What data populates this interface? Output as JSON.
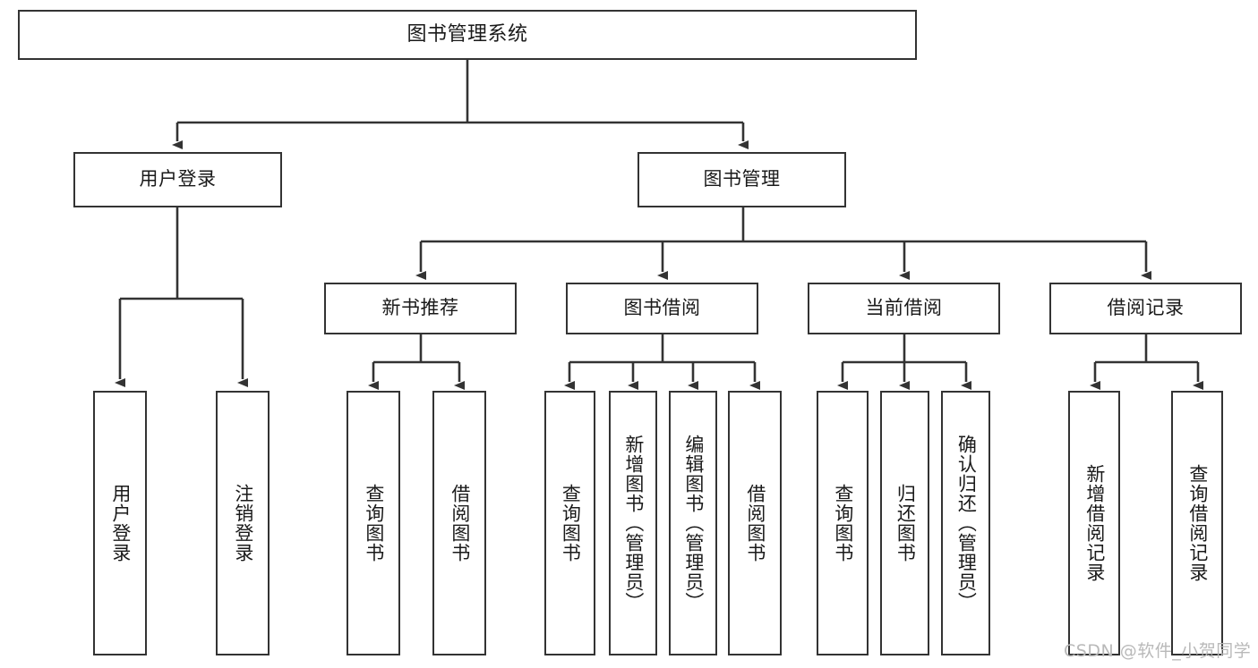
{
  "diagram": {
    "title": "图书管理系统",
    "root": {
      "label": "图书管理系统"
    },
    "level1": [
      {
        "label": "用户登录"
      },
      {
        "label": "图书管理"
      }
    ],
    "level2": [
      {
        "label": "新书推荐"
      },
      {
        "label": "图书借阅"
      },
      {
        "label": "当前借阅"
      },
      {
        "label": "借阅记录"
      }
    ],
    "leaves": {
      "user_login": [
        {
          "label": "用户登录"
        },
        {
          "label": "注销登录"
        }
      ],
      "new_book_recommend": [
        {
          "label": "查询图书"
        },
        {
          "label": "借阅图书"
        }
      ],
      "book_borrow": [
        {
          "label": "查询图书"
        },
        {
          "label": "新增图书（管理员）"
        },
        {
          "label": "编辑图书（管理员）"
        },
        {
          "label": "借阅图书"
        }
      ],
      "current_borrow": [
        {
          "label": "查询图书"
        },
        {
          "label": "归还图书"
        },
        {
          "label": "确认归还（管理员）"
        }
      ],
      "borrow_record": [
        {
          "label": "新增借阅记录"
        },
        {
          "label": "查询借阅记录"
        }
      ]
    }
  },
  "watermark": {
    "text": "CSDN @软件_小贺同学"
  },
  "colors": {
    "stroke": "#333333",
    "box_fill": "#ffffff",
    "text": "#1a1a1a",
    "watermark": "#b9b9b9"
  }
}
